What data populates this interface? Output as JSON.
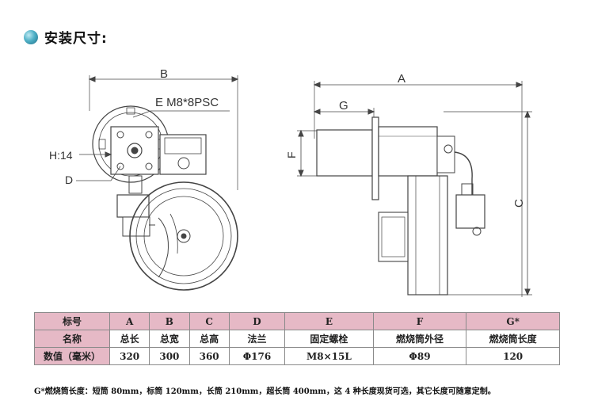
{
  "heading": {
    "title": "安装尺寸:"
  },
  "drawing": {
    "label_b": "B",
    "label_e": "E M8*8PSC",
    "label_h": "H:14",
    "label_d": "D",
    "label_a": "A",
    "label_g": "G",
    "label_f": "F",
    "label_c": "C"
  },
  "table": {
    "header": [
      "标号",
      "A",
      "B",
      "C",
      "D",
      "E",
      "F",
      "G*"
    ],
    "names": [
      "名称",
      "总长",
      "总宽",
      "总高",
      "法兰",
      "固定螺栓",
      "燃烧筒外径",
      "燃烧筒长度"
    ],
    "values": [
      "数值（毫米）",
      "320",
      "300",
      "360",
      "Φ176",
      "M8×15L",
      "Φ89",
      "120"
    ]
  },
  "footnote": "G*燃烧筒长度：短筒 80mm，标筒 120mm，长筒 210mm，超长筒 400mm，这 4 种长度现货可选，其它长度可随意定制。"
}
